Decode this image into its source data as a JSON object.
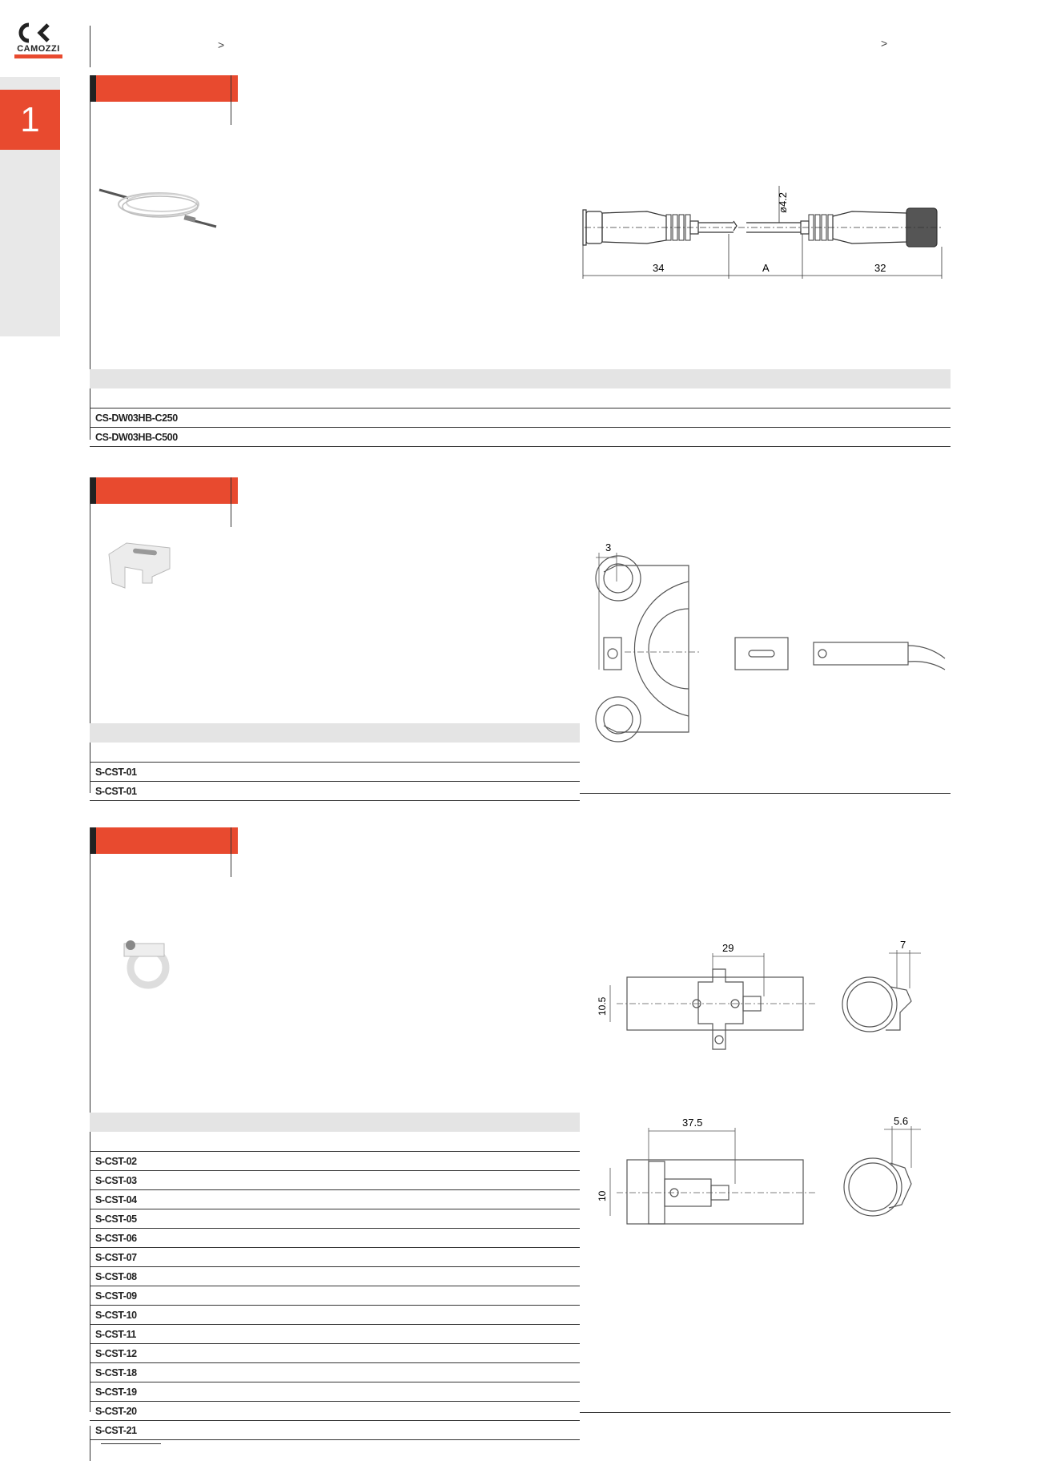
{
  "brand": {
    "name": "CAMOZZI",
    "accent": "#e84a2f"
  },
  "chapter": {
    "number": "1"
  },
  "header": {
    "chevron_left": ">",
    "chevron_right": ">"
  },
  "section1": {
    "dims": {
      "d": "ø4.2",
      "left": "34",
      "mid": "A",
      "right": "32"
    },
    "rows": [
      "CS-DW03HB-C250",
      "CS-DW03HB-C500"
    ]
  },
  "section2": {
    "dims": {
      "t": "3"
    },
    "rows": [
      "S-CST-01",
      "S-CST-01"
    ]
  },
  "section3": {
    "dims": {
      "w1": "29",
      "h1": "10.5",
      "t1": "7",
      "w2": "37.5",
      "h2": "10",
      "t2": "5.6"
    },
    "rows": [
      "S-CST-02",
      "S-CST-03",
      "S-CST-04",
      "S-CST-05",
      "S-CST-06",
      "S-CST-07",
      "S-CST-08",
      "S-CST-09",
      "S-CST-10",
      "S-CST-11",
      "S-CST-12",
      "S-CST-18",
      "S-CST-19",
      "S-CST-20",
      "S-CST-21"
    ]
  }
}
